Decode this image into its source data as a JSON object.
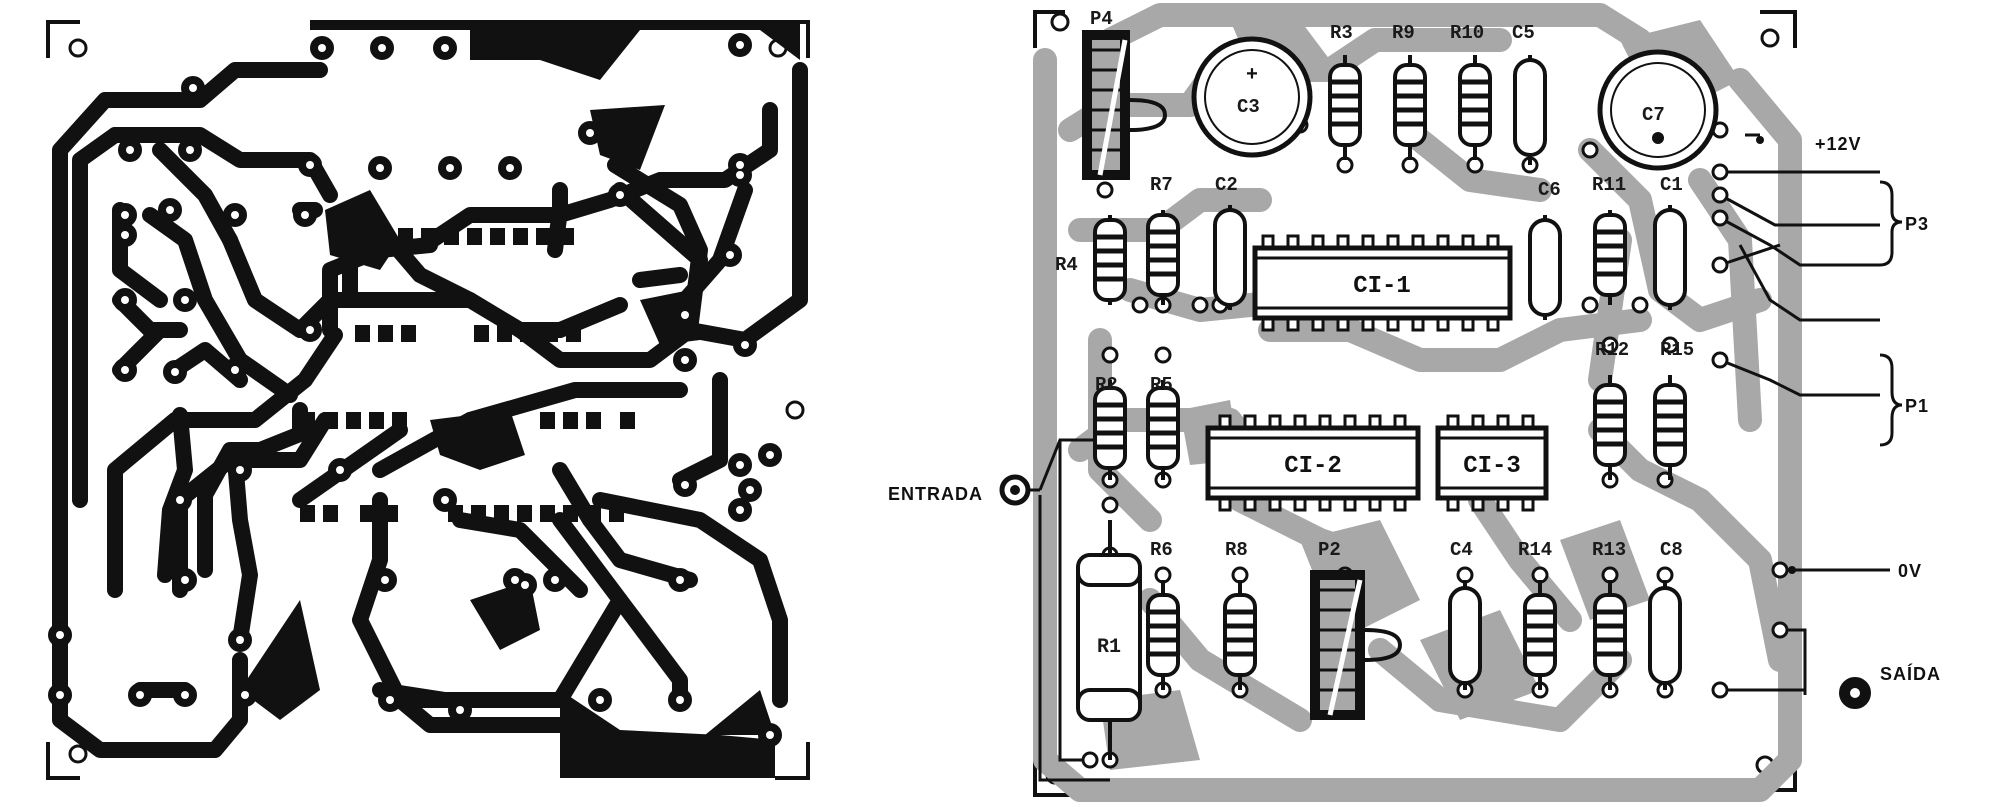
{
  "diagram": {
    "component_labels": {
      "p4": "P4",
      "r3": "R3",
      "r9": "R9",
      "r10": "R10",
      "c5": "C5",
      "c3": "C3",
      "c7": "C7",
      "r7": "R7",
      "c2": "C2",
      "r4": "R4",
      "c6": "C6",
      "r11": "R11",
      "c1": "C1",
      "ci1": "CI-1",
      "r2": "R2",
      "r5": "R5",
      "r12": "R12",
      "r15": "R15",
      "ci2": "CI-2",
      "ci3": "CI-3",
      "r6": "R6",
      "r8": "R8",
      "p2": "P2",
      "c4": "C4",
      "r14": "R14",
      "r13": "R13",
      "c8": "C8",
      "r1": "R1"
    },
    "external_labels": {
      "v12": "+12V",
      "p3": "P3",
      "p1": "P1",
      "entrada": "ENTRADA",
      "zero_v": "0V",
      "saida": "SAÍDA"
    },
    "colors": {
      "ink": "#111111",
      "copper_shadow": "#a8a8a8",
      "background": "#ffffff"
    }
  }
}
